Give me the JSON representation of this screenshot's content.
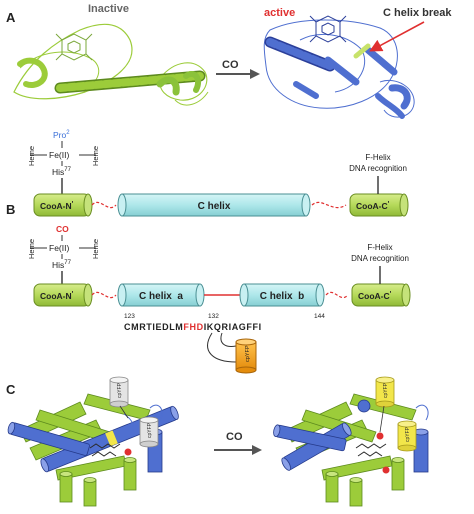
{
  "panels": {
    "a": "A",
    "b": "B",
    "c": "C"
  },
  "panel_a": {
    "inactive_label": "Inactive",
    "active_label": "active",
    "arrow_label": "CO",
    "break_label": "C helix break"
  },
  "panel_b": {
    "top": {
      "heme_left": "Heme",
      "heme_right": "Heme",
      "ligand_top": "Pro",
      "ligand_top_sup": "2",
      "iron": "Fe(II)",
      "ligand_bottom": "His",
      "ligand_bottom_sup": "77",
      "n_domain": "CooA-N",
      "n_sup": "'",
      "c_helix": "C helix",
      "c_domain": "CooA-C",
      "c_sup": "'",
      "f_helix_line1": "F-Helix",
      "f_helix_line2": "DNA recognition"
    },
    "bottom": {
      "heme_left": "Heme",
      "heme_right": "Heme",
      "ligand_top": "CO",
      "iron": "Fe(II)",
      "ligand_bottom": "His",
      "ligand_bottom_sup": "77",
      "n_domain": "CooA-N",
      "n_sup": "'",
      "helix_a": "C helix  a",
      "helix_b": "C helix  b",
      "c_domain": "CooA-C",
      "c_sup": "'",
      "f_helix_line1": "F-Helix",
      "f_helix_line2": "DNA recognition",
      "res_123": "123",
      "res_132": "132",
      "res_144": "144",
      "seq_pre": "CMRTIEDLM",
      "seq_red": "FHD",
      "seq_post": "IKQRIAGFFI",
      "insert_label": "cpYFP"
    }
  },
  "panel_c": {
    "arrow_label": "CO",
    "left_tag_1": "cpYFP",
    "left_tag_2": "cpYFP",
    "right_tag_1": "cpYFP",
    "right_tag_2": "cpYFP"
  },
  "colors": {
    "green": "#9ccc3a",
    "blue": "#4f6fd0",
    "cyan": "#aee7ea",
    "yellow": "#f2e64a",
    "orange": "#f2a31b",
    "red": "#e03030",
    "pro_blue": "#3a6fd8"
  }
}
